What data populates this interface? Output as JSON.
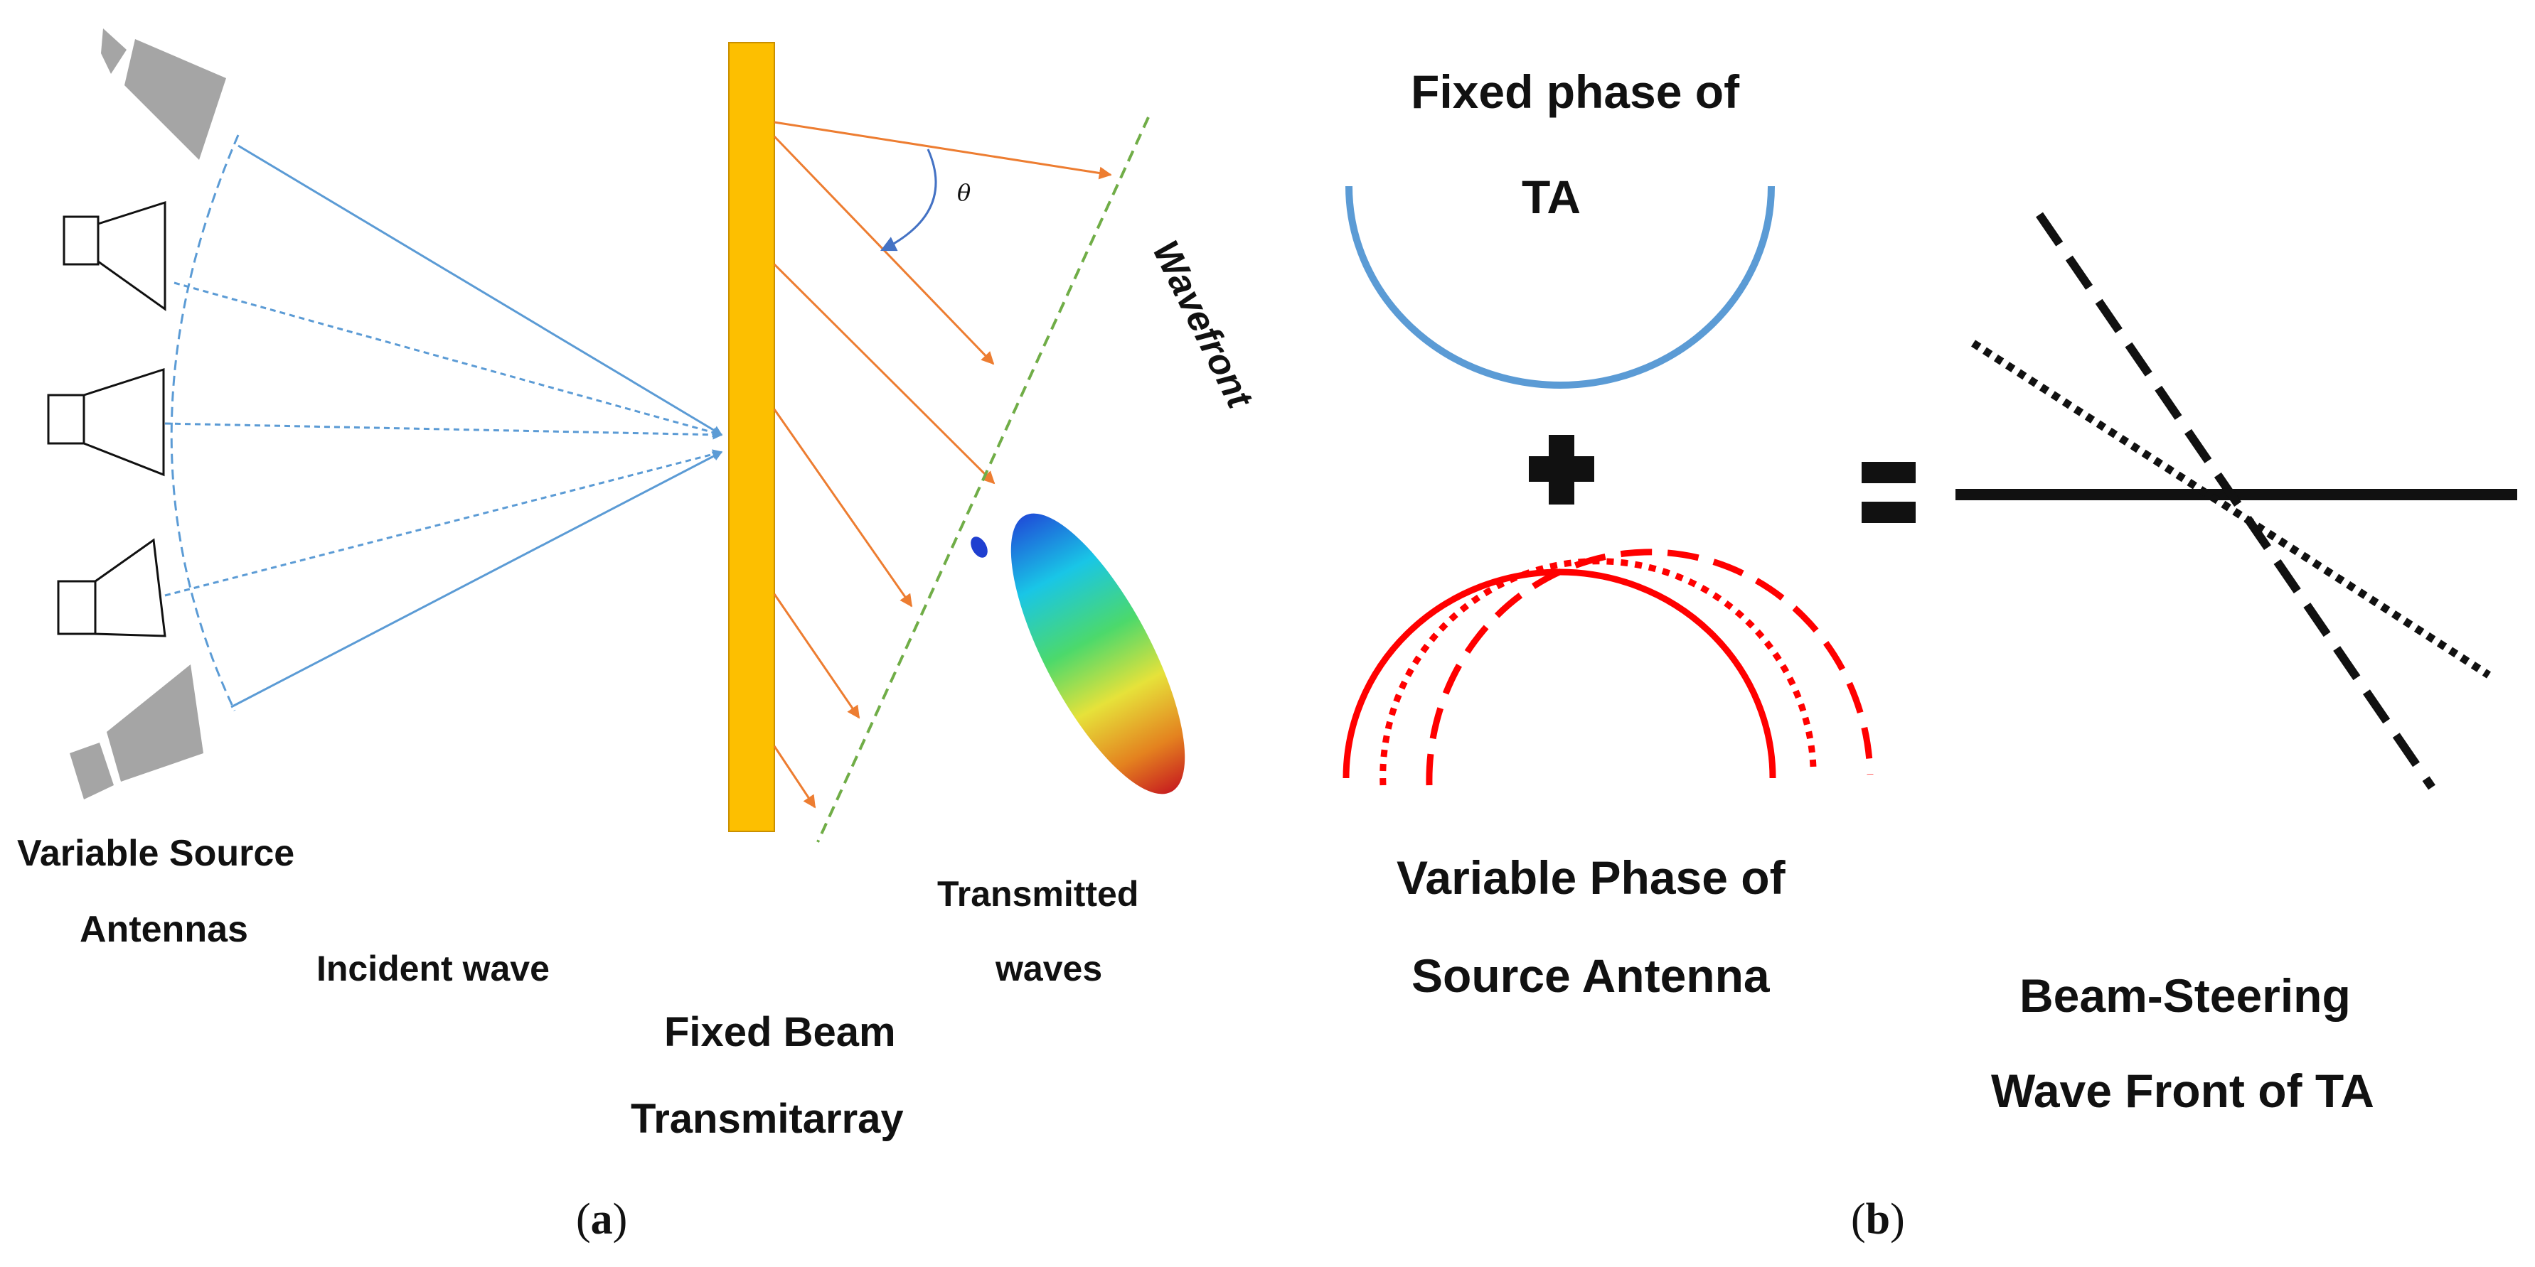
{
  "panel_a": {
    "label_source_line1": "Variable Source",
    "label_source_line2": "Antennas",
    "label_incident": "Incident wave",
    "label_array_line1": "Fixed Beam",
    "label_array_line2": "Transmitarray",
    "label_transmitted_line1": "Transmitted",
    "label_transmitted_line2": "waves",
    "label_wavefront": "Wavefront",
    "label_theta": "θ",
    "caption_open": "(",
    "caption_letter": "a",
    "caption_close": ")"
  },
  "panel_b": {
    "label_fixed_line1": "Fixed phase of",
    "label_fixed_line2": "TA",
    "label_variable_line1": "Variable Phase of",
    "label_variable_line2": "Source Antenna",
    "label_result_line1": "Beam-Steering",
    "label_result_line2": "Wave Front of TA",
    "caption_open": "(",
    "caption_letter": "b",
    "caption_close": ")"
  },
  "colors": {
    "transmitarray": "#FDBF00",
    "incident_rays": "#5B9BD5",
    "transmitted_rays": "#ED7D31",
    "wavefront": "#70AD47",
    "fixed_phase": "#5B9BD5",
    "variable_phase": "#FF0000",
    "antenna_gray": "#A5A5A5",
    "ink": "#111111"
  }
}
